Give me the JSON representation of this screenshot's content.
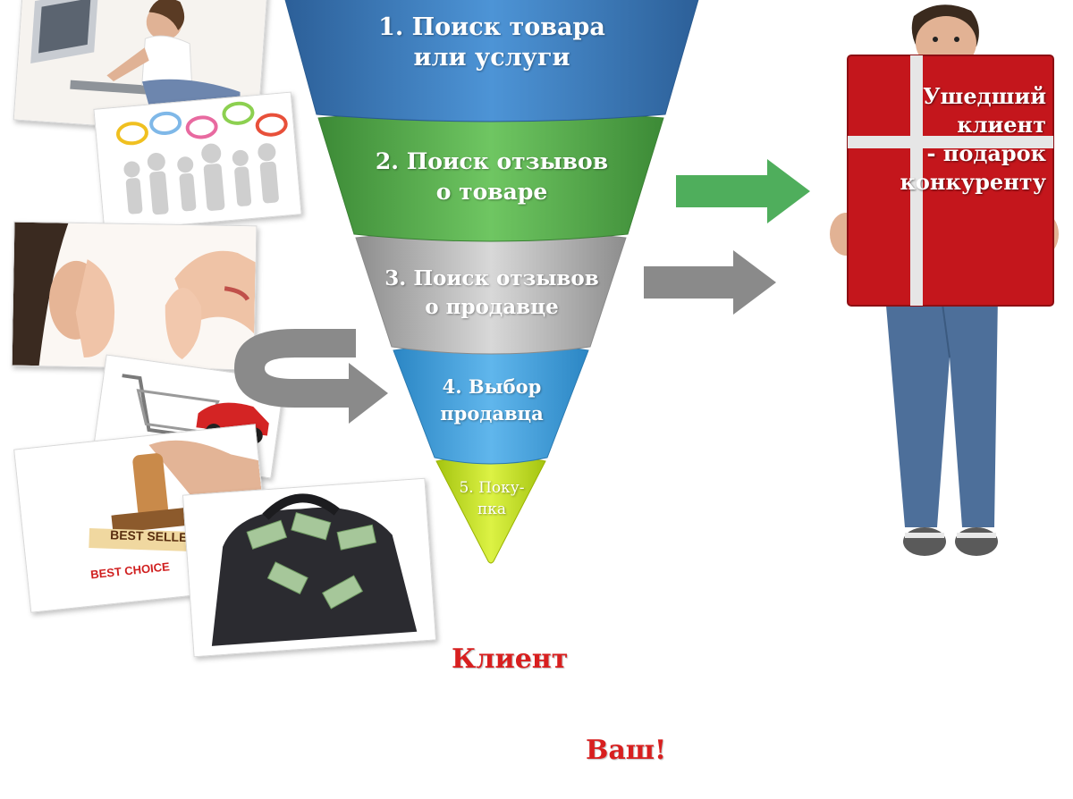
{
  "funnel": {
    "stages": [
      {
        "line1": "1. Поиск товара",
        "line2": "или услуги",
        "color": "#3a7fc1"
      },
      {
        "line1": "2. Поиск отзывов",
        "line2": "о товаре",
        "color": "#55b04a"
      },
      {
        "line1": "3. Поиск отзывов",
        "line2": "о продавце",
        "color": "#a9a9a9"
      },
      {
        "line1": "4. Выбор",
        "line2": "продавца",
        "color": "#3f9bd8"
      },
      {
        "line1": "5. Поку-",
        "line2": "пка",
        "color": "#c3df1f"
      }
    ]
  },
  "gift": {
    "lines": [
      "Ушедший",
      "клиент",
      "- подарок",
      "конкуренту"
    ],
    "color": "#c4161c"
  },
  "photos": {
    "stamp_label": "BEST SELLER",
    "choice_label": "BEST CHOICE"
  },
  "tagline": {
    "line1": "Клиент",
    "line2": "Ваш!"
  },
  "arrows": {
    "green": "#4fae5c",
    "gray": "#8a8a8a"
  }
}
